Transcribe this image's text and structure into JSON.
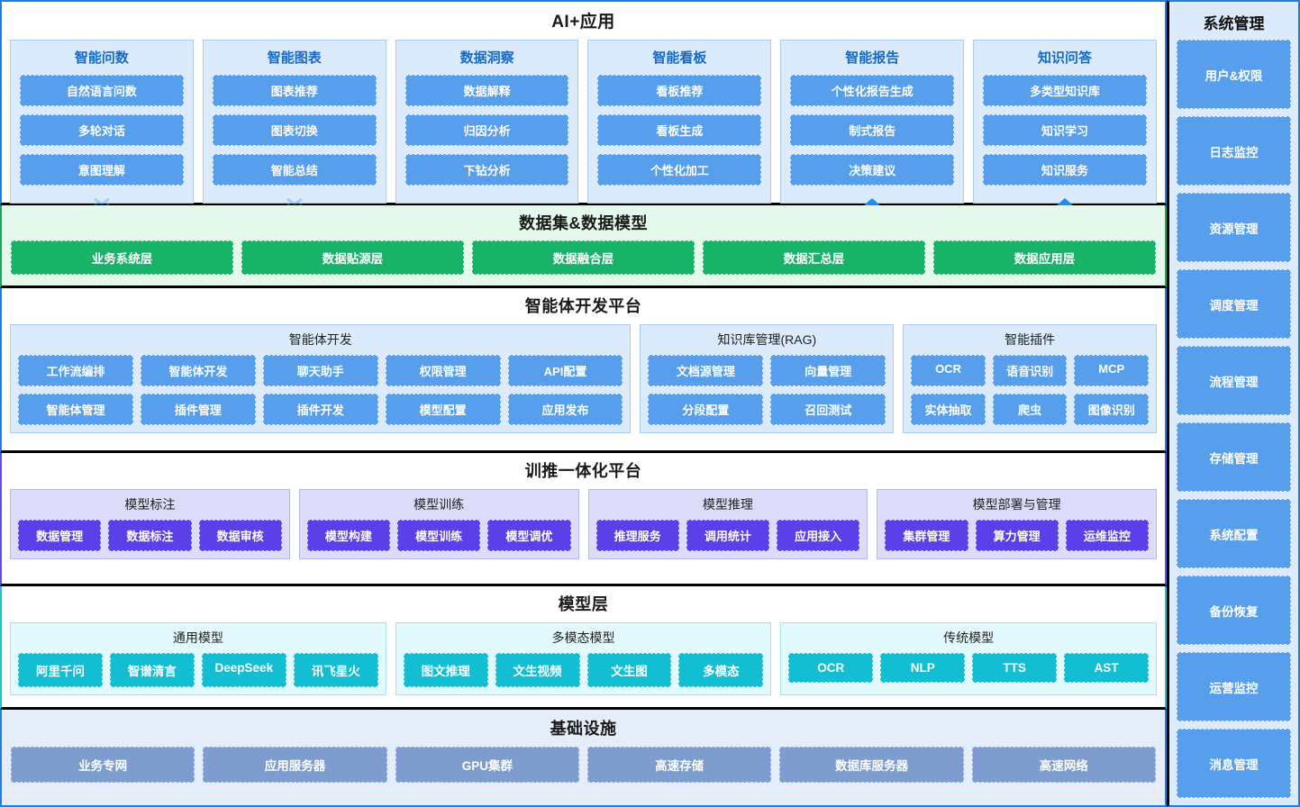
{
  "layers": [
    {
      "id": "ai-apps",
      "title": "AI+应用",
      "accent": "#1e7fe0",
      "cards": [
        {
          "title": "智能问数",
          "items": [
            "自然语言问数",
            "多轮对话",
            "意图理解"
          ],
          "arrow": "down"
        },
        {
          "title": "智能图表",
          "items": [
            "图表推荐",
            "图表切换",
            "智能总结"
          ],
          "arrow": "down"
        },
        {
          "title": "数据洞察",
          "items": [
            "数据解释",
            "归因分析",
            "下钻分析"
          ],
          "arrow": "none"
        },
        {
          "title": "智能看板",
          "items": [
            "看板推荐",
            "看板生成",
            "个性化加工"
          ],
          "arrow": "none"
        },
        {
          "title": "智能报告",
          "items": [
            "个性化报告生成",
            "制式报告",
            "决策建议"
          ],
          "arrow": "up"
        },
        {
          "title": "知识问答",
          "items": [
            "多类型知识库",
            "知识学习",
            "知识服务"
          ],
          "arrow": "up"
        }
      ]
    },
    {
      "id": "data-model",
      "title": "数据集&数据模型",
      "accent": "#16a85c",
      "items": [
        "业务系统层",
        "数据贴源层",
        "数据融合层",
        "数据汇总层",
        "数据应用层"
      ]
    },
    {
      "id": "agent-platform",
      "title": "智能体开发平台",
      "accent": "#1e7fe0",
      "groups": [
        {
          "title": "智能体开发",
          "flex": 56,
          "rows": [
            [
              "工作流编排",
              "智能体开发",
              "聊天助手",
              "权限管理",
              "API配置"
            ],
            [
              "智能体管理",
              "插件管理",
              "插件开发",
              "模型配置",
              "应用发布"
            ]
          ]
        },
        {
          "title": "知识库管理(RAG)",
          "flex": 22,
          "rows": [
            [
              "文档源管理",
              "向量管理"
            ],
            [
              "分段配置",
              "召回测试"
            ]
          ]
        },
        {
          "title": "智能插件",
          "flex": 22,
          "rows": [
            [
              "OCR",
              "语音识别",
              "MCP"
            ],
            [
              "实体抽取",
              "爬虫",
              "图像识别"
            ]
          ]
        }
      ]
    },
    {
      "id": "train-infer",
      "title": "训推一体化平台",
      "accent": "#5b4fe3",
      "groups": [
        {
          "title": "模型标注",
          "items": [
            "数据管理",
            "数据标注",
            "数据审核"
          ]
        },
        {
          "title": "模型训练",
          "items": [
            "模型构建",
            "模型训练",
            "模型调优"
          ]
        },
        {
          "title": "模型推理",
          "items": [
            "推理服务",
            "调用统计",
            "应用接入"
          ]
        },
        {
          "title": "模型部署与管理",
          "items": [
            "集群管理",
            "算力管理",
            "运维监控"
          ]
        }
      ]
    },
    {
      "id": "model-layer",
      "title": "模型层",
      "accent": "#18c3d4",
      "groups": [
        {
          "title": "通用模型",
          "flex": 33,
          "items": [
            "阿里千问",
            "智谱清言",
            "DeepSeek",
            "讯飞星火"
          ]
        },
        {
          "title": "多模态模型",
          "flex": 33,
          "items": [
            "图文推理",
            "文生视频",
            "文生图",
            "多模态"
          ]
        },
        {
          "title": "传统模型",
          "flex": 33,
          "items": [
            "OCR",
            "NLP",
            "TTS",
            "AST"
          ]
        }
      ]
    },
    {
      "id": "infrastructure",
      "title": "基础设施",
      "accent": "#1e7fe0",
      "items": [
        "业务专网",
        "应用服务器",
        "GPU集群",
        "高速存储",
        "数据库服务器",
        "高速网络"
      ]
    }
  ],
  "sidebar": {
    "title": "系统管理",
    "items": [
      "用户&权限",
      "日志监控",
      "资源管理",
      "调度管理",
      "流程管理",
      "存储管理",
      "系统配置",
      "备份恢复",
      "运营监控",
      "消息管理"
    ]
  },
  "colors": {
    "app_accent": "#1e7fe0",
    "data_accent": "#16a85c",
    "agent_accent": "#1e7fe0",
    "train_accent": "#5b4fe3",
    "model_accent": "#18c3d4",
    "infra_accent": "#1e7fe0",
    "arrow": "#1f8cf0"
  }
}
